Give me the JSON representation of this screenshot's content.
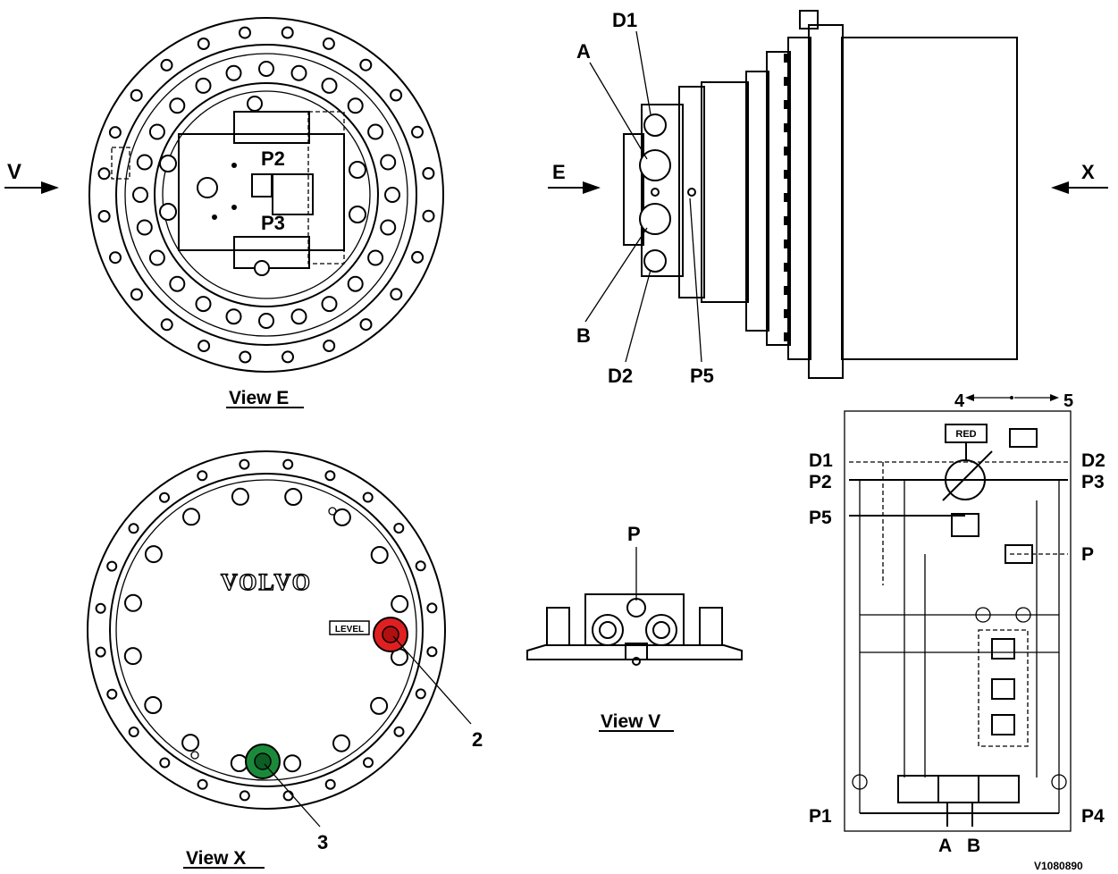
{
  "views": {
    "view_e": "View  E",
    "view_x": "View  X",
    "view_v": "View  V"
  },
  "labels": {
    "V": "V",
    "E": "E",
    "X": "X",
    "P2": "P2",
    "P3": "P3",
    "D1": "D1",
    "A": "A",
    "B": "B",
    "D2": "D2",
    "P5": "P5",
    "P": "P",
    "n2": "2",
    "n3": "3",
    "n4": "4",
    "n5": "5"
  },
  "brand": "VOLVO",
  "level_tag": "LEVEL",
  "schematic": {
    "red_tag": "RED",
    "D1": "D1",
    "D2": "D2",
    "P2": "P2",
    "P3": "P3",
    "P5": "P5",
    "P": "P",
    "P1": "P1",
    "P4": "P4",
    "A": "A",
    "B": "B"
  },
  "figure_id": "V1080890",
  "colors": {
    "level_plug": "#e02020",
    "drain_plug": "#1a8a3a"
  }
}
